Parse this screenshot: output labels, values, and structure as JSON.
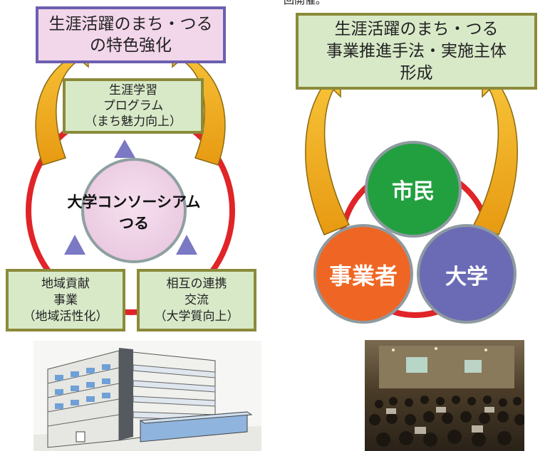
{
  "left": {
    "top_box": [
      "生涯活躍のまち・つる",
      "の特色強化"
    ],
    "program_box": [
      "生涯学習",
      "プログラム",
      "（まち魅力向上）"
    ],
    "center": [
      "大学コンソーシアム",
      "つる"
    ],
    "bottom_left_box": [
      "地域貢献",
      "事業",
      "（地域活性化）"
    ],
    "bottom_right_box": [
      "相互の連携",
      "交流",
      "（大学質向上）"
    ]
  },
  "right": {
    "cut_text": "回開催。",
    "top_box": [
      "生涯活躍のまち・つる",
      "事業推進手法・実施主体",
      "形成"
    ],
    "circles": {
      "citizens": "市民",
      "business": "事業者",
      "university": "大学"
    }
  },
  "colors": {
    "ring": "#e02428",
    "arrow": "#f3ad1b",
    "triangle": "#7b78c4",
    "citizens": "#22a040",
    "business": "#ef6624",
    "university": "#6b6bb5"
  },
  "images": {
    "building": "building-illustration",
    "lecture": "lecture-hall-photo"
  }
}
